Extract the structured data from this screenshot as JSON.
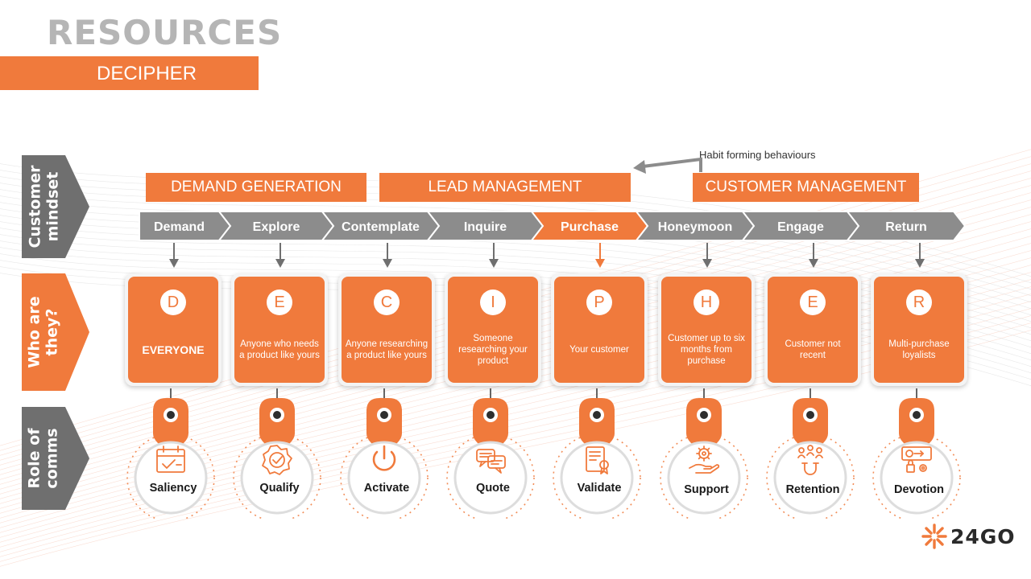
{
  "header": {
    "title": "RESOURCES",
    "subtitle": "DECIPHER"
  },
  "side_labels": {
    "customer_mindset": "Customer\nmindset",
    "who_are_they": "Who are\nthey?",
    "role_of_comms": "Role of\ncomms"
  },
  "phases": {
    "demand_generation": "DEMAND GENERATION",
    "lead_management": "LEAD MANAGEMENT",
    "customer_management": "CUSTOMER MANAGEMENT"
  },
  "habit_label": "Habit forming behaviours",
  "colors": {
    "orange": "#f07a3c",
    "grey": "#8c8c8c",
    "dark_grey": "#6f6f6f",
    "text": "#1a1a1a"
  },
  "stages": [
    {
      "stage": "Demand",
      "letter": "D",
      "who": "EVERYONE",
      "role": "Saliency",
      "icon": "calendar-check-icon",
      "highlight": false
    },
    {
      "stage": "Explore",
      "letter": "E",
      "who": "Anyone who needs a product like yours",
      "role": "Qualify",
      "icon": "badge-check-icon",
      "highlight": false
    },
    {
      "stage": "Contemplate",
      "letter": "C",
      "who": "Anyone researching a product like yours",
      "role": "Activate",
      "icon": "power-icon",
      "highlight": false
    },
    {
      "stage": "Inquire",
      "letter": "I",
      "who": "Someone researching your product",
      "role": "Quote",
      "icon": "speech-bubbles-icon",
      "highlight": false
    },
    {
      "stage": "Purchase",
      "letter": "P",
      "who": "Your customer",
      "role": "Validate",
      "icon": "certificate-stamp-icon",
      "highlight": true
    },
    {
      "stage": "Honeymoon",
      "letter": "H",
      "who": "Customer up to six months from purchase",
      "role": "Support",
      "icon": "hand-gear-icon",
      "highlight": false
    },
    {
      "stage": "Engage",
      "letter": "E",
      "who": "Customer not recent",
      "role": "Retention",
      "icon": "magnet-people-icon",
      "highlight": false
    },
    {
      "stage": "Return",
      "letter": "R",
      "who": "Multi-purchase loyalists",
      "role": "Devotion",
      "icon": "loyalty-dashboard-icon",
      "highlight": false
    }
  ],
  "logo": {
    "text": "24GO"
  }
}
